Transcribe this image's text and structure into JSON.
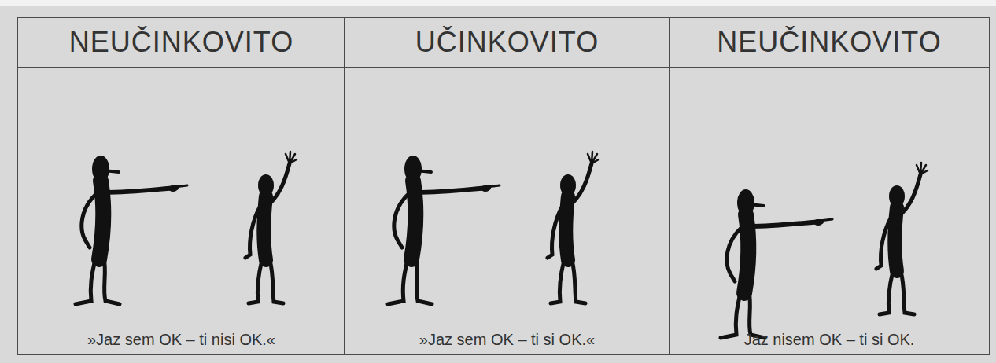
{
  "diagram": {
    "nodes": [
      {
        "text": [
          "NEUČINKOVITO",
          "»Jaz sem OK – ti nisi OK.«"
        ]
      },
      {
        "text": [
          "UČINKOVITO",
          "»Jaz sem OK – ti si OK.«"
        ]
      },
      {
        "text": [
          "NEUČINKOVITO",
          "Jaz nisem OK – ti si OK."
        ]
      }
    ]
  }
}
